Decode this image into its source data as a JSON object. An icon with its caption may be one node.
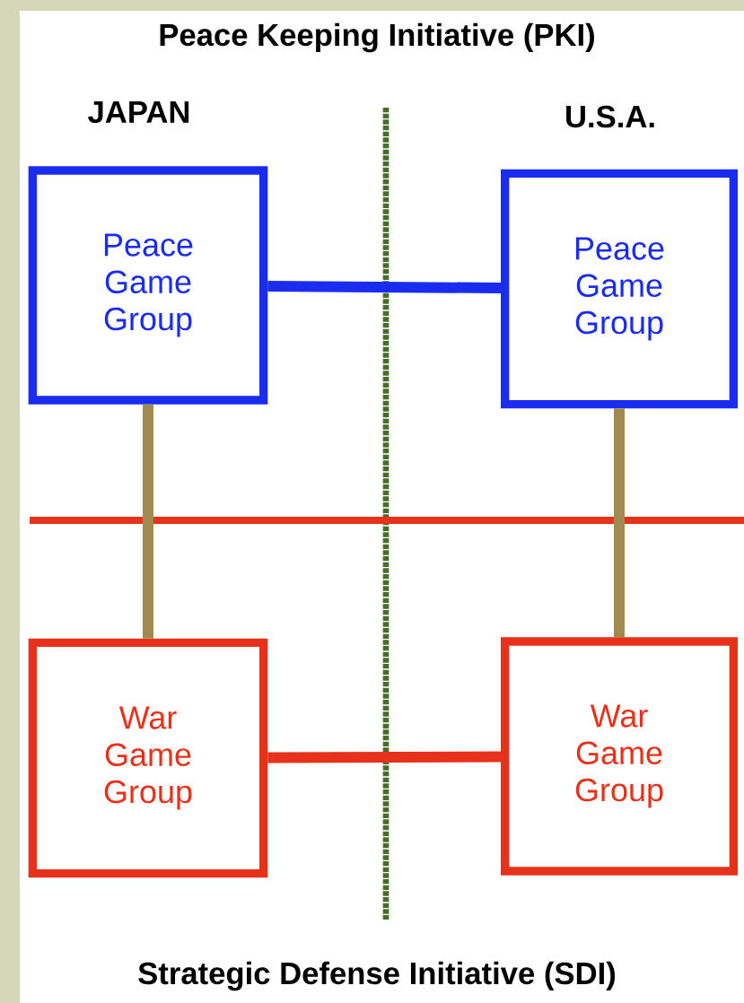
{
  "diagram": {
    "title": "Peace Keeping Initiative (PKI)",
    "nodes": [
      {
        "text": [
          "Peace Game Group"
        ]
      },
      {
        "text": [
          "Peace Game Group"
        ]
      },
      {
        "text": [
          "War Game Group"
        ]
      },
      {
        "text": [
          "War Game Group"
        ]
      }
    ],
    "edges": [
      {
        "from": 0,
        "to": 1,
        "arrow": "none",
        "color": "#1a2cf0"
      },
      {
        "from": 0,
        "to": 2,
        "arrow": "none"
      },
      {
        "from": 1,
        "to": 3,
        "arrow": "none"
      },
      {
        "from": 2,
        "to": 3,
        "arrow": "none",
        "color": "#e8311a"
      }
    ],
    "labels": [
      "JAPAN",
      "U.S.A.",
      "Strategic Defense Initiative (SDI)"
    ]
  }
}
